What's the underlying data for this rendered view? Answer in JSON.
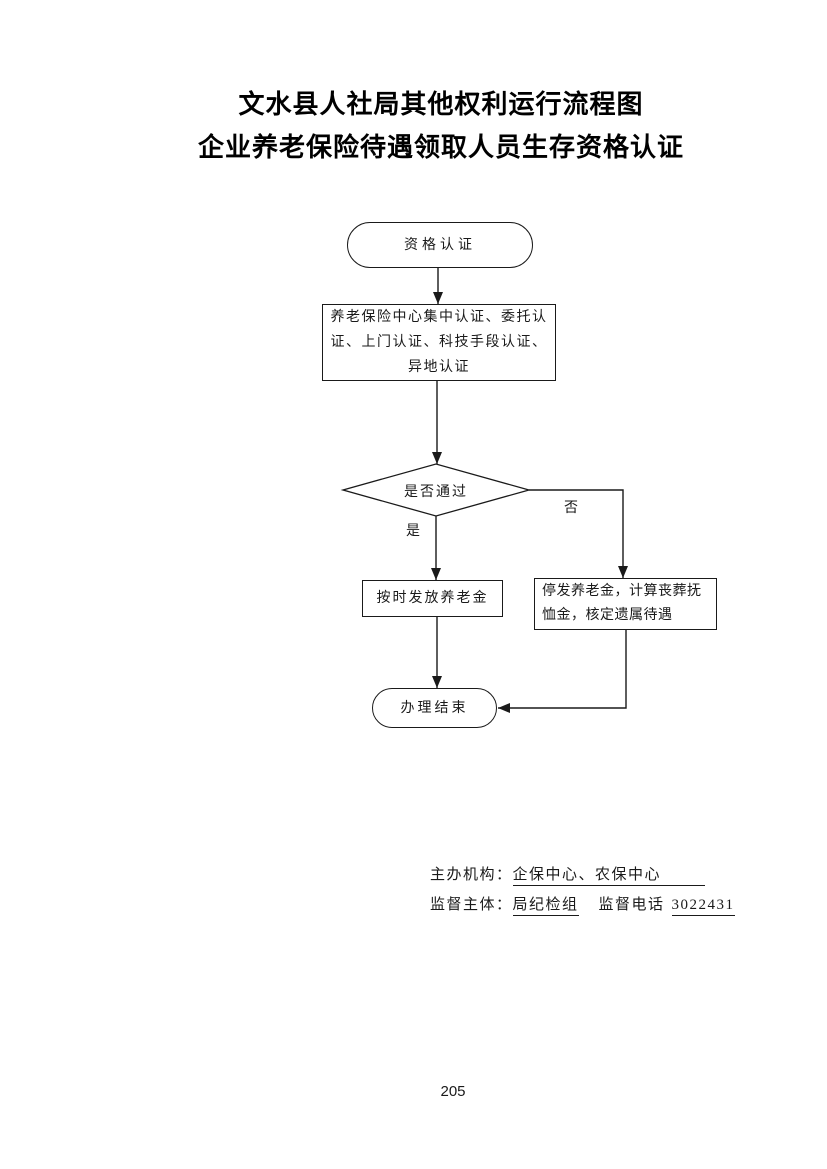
{
  "document": {
    "title_line1": "文水县人社局其他权利运行流程图",
    "title_line2": "企业养老保险待遇领取人员生存资格认证",
    "page_number": "205"
  },
  "flowchart": {
    "start_label": "资格认证",
    "process_authentication": "养老保险中心集中认证、委托认证、上门认证、科技手段认证、异地认证",
    "decision_label": "是否通过",
    "yes_label": "是",
    "no_label": "否",
    "process_pay": "按时发放养老金",
    "process_stop": "停发养老金，计算丧葬抚恤金，核定遗属待遇",
    "end_label": "办理结束"
  },
  "footer": {
    "organizer_label": "主办机构：",
    "organizer_value": "企保中心、农保中心",
    "supervisor_label": "监督主体：",
    "supervisor_value": "局纪检组",
    "phone_label": "监督电话",
    "phone_number": "3022431"
  },
  "colors": {
    "ink": "#1a1a1a",
    "page_background": "#ffffff"
  }
}
